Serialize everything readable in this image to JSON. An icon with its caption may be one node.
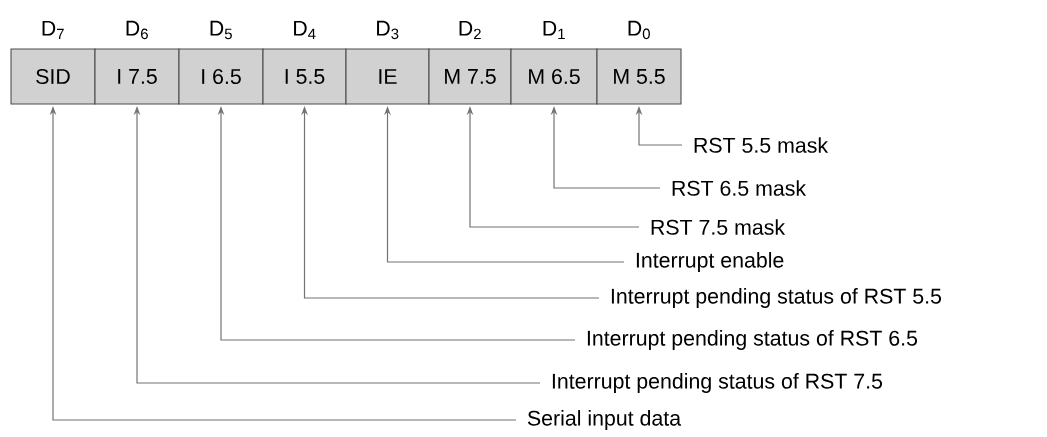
{
  "diagram": {
    "nodes": [
      {
        "text": [
          "SID"
        ],
        "beside": [
          "D$_{7}$"
        ]
      },
      {
        "text": [
          "I 7.5"
        ],
        "beside": [
          "D$_{6}$"
        ]
      },
      {
        "text": [
          "I 6.5"
        ],
        "beside": [
          "D$_{5}$"
        ]
      },
      {
        "text": [
          "I 5.5"
        ],
        "beside": [
          "D$_{4}$"
        ]
      },
      {
        "text": [
          "IE"
        ],
        "beside": [
          "D$_{3}$"
        ]
      },
      {
        "text": [
          "M 7.5"
        ],
        "beside": [
          "D$_{2}$"
        ]
      },
      {
        "text": [
          "M 6.5"
        ],
        "beside": [
          "D$_{1}$"
        ]
      },
      {
        "text": [
          "M 5.5"
        ],
        "beside": [
          "D$_{0}$"
        ]
      },
      {
        "text": [
          "RST 5.5 mask"
        ]
      },
      {
        "text": [
          "RST 6.5 mask"
        ]
      },
      {
        "text": [
          "RST 7.5 mask"
        ]
      },
      {
        "text": [
          "Interrupt enable"
        ]
      },
      {
        "text": [
          "Interrupt pending status of RST 5.5"
        ]
      },
      {
        "text": [
          "Interrupt pending status of RST 6.5"
        ]
      },
      {
        "text": [
          "Interrupt pending status of RST 7.5"
        ]
      },
      {
        "text": [
          "Serial input data"
        ]
      }
    ],
    "edges": [
      {
        "from": 8,
        "to": 7,
        "arrow": "to"
      },
      {
        "from": 9,
        "to": 6,
        "arrow": "to"
      },
      {
        "from": 10,
        "to": 5,
        "arrow": "to"
      },
      {
        "from": 11,
        "to": 4,
        "arrow": "to"
      },
      {
        "from": 12,
        "to": 3,
        "arrow": "to"
      },
      {
        "from": 13,
        "to": 2,
        "arrow": "to"
      },
      {
        "from": 14,
        "to": 1,
        "arrow": "to"
      },
      {
        "from": 15,
        "to": 0,
        "arrow": "to"
      }
    ]
  }
}
